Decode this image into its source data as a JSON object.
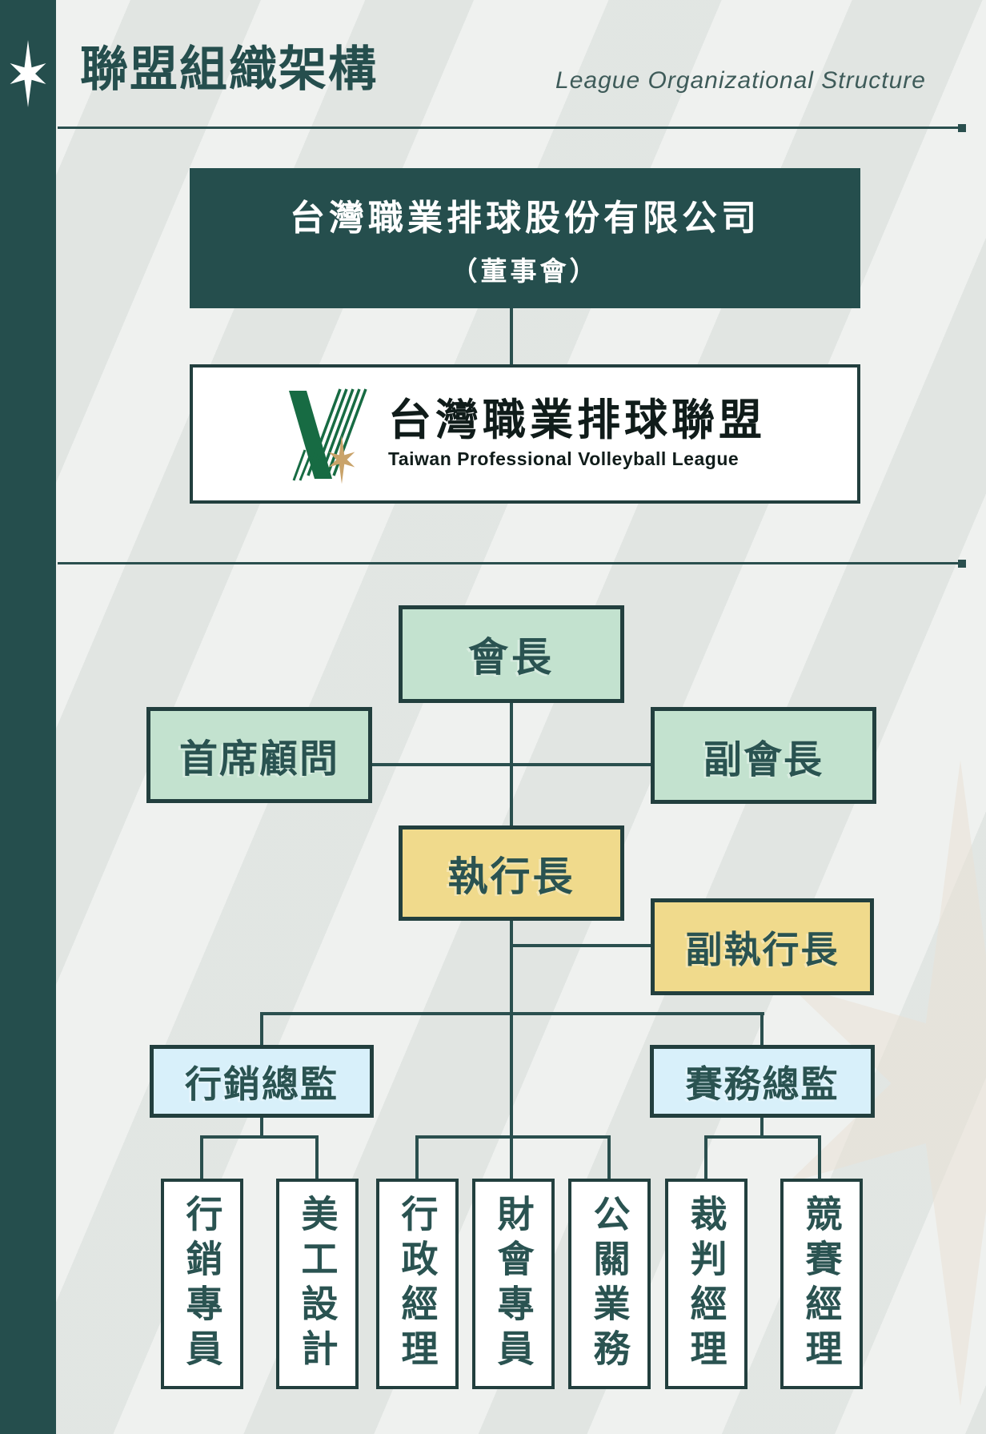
{
  "header": {
    "title": "聯盟組織架構",
    "subtitle": "League Organizational Structure"
  },
  "company": {
    "name": "台灣職業排球股份有限公司",
    "subtitle": "（董事會）"
  },
  "league": {
    "name_zh": "台灣職業排球聯盟",
    "name_en": "Taiwan Professional Volleyball League"
  },
  "org": {
    "chairman": "會長",
    "chief_advisor": "首席顧問",
    "vice_chairman": "副會長",
    "ceo": "執行長",
    "deputy_ceo": "副執行長",
    "marketing_director": "行銷總監",
    "competition_director": "賽務總監",
    "staff": [
      "行銷專員",
      "美工設計",
      "行政經理",
      "財會專員",
      "公關業務",
      "裁判經理",
      "競賽經理"
    ]
  },
  "icons": {
    "sidebar_star": "white-sparkle-star-icon",
    "logo_mark": "green-striped-v-icon",
    "logo_star": "gold-sparkle-star-icon",
    "watermark": "faint-beige-star-watermark"
  },
  "colors": {
    "dark_teal": "#254E4D",
    "connector_line": "#2A4F4E",
    "green_box": "#C3E2CF",
    "yellow_box": "#F0DA8C",
    "blue_box": "#D8F0FA",
    "background": "#EFF1EF",
    "text_teal": "#2A5351",
    "logo_green": "#176B43",
    "gold_star": "#C9A36A"
  }
}
